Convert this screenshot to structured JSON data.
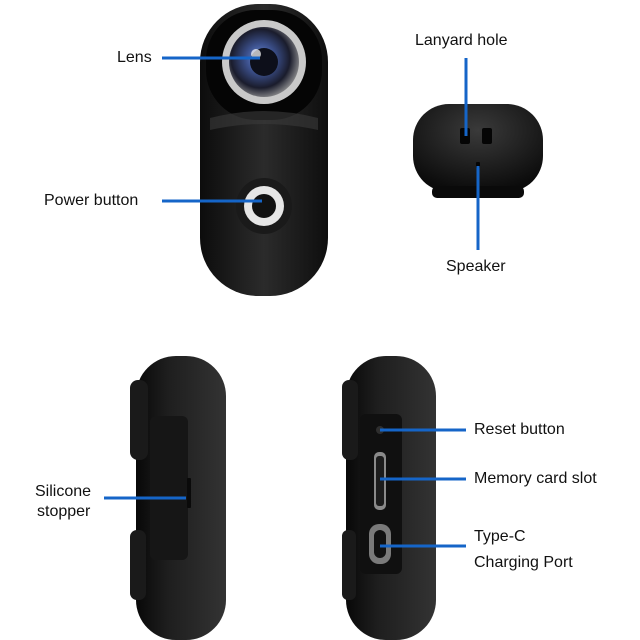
{
  "labels": {
    "lens": "Lens",
    "power_button": "Power button",
    "lanyard_hole": "Lanyard hole",
    "speaker": "Speaker",
    "silicone_stopper_line1": "Silicone",
    "silicone_stopper_line2": "stopper",
    "reset_button": "Reset button",
    "memory_card_slot": "Memory card slot",
    "type_c_line1": "Type-C",
    "type_c_line2": "Charging Port"
  },
  "colors": {
    "callout_line": "#1565c8",
    "body_dark": "#141414",
    "body_mid": "#2a2a2a",
    "highlight": "#4a4a4a"
  }
}
